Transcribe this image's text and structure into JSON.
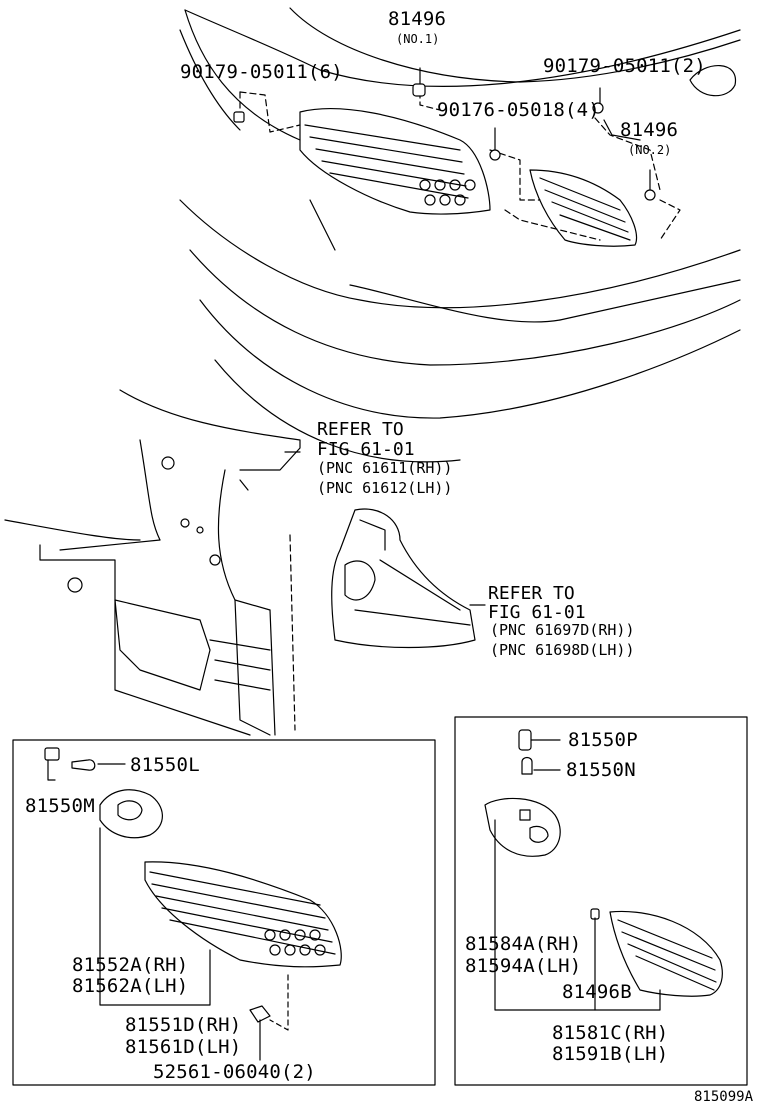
{
  "labels": {
    "p81496_top": "81496",
    "no1": "(NO.1)",
    "p90179_left": "90179-05011(6)",
    "p90179_right": "90179-05011(2)",
    "p90176": "90176-05018(4)",
    "p81496_right": "81496",
    "no2": "(NO.2)",
    "refer1_a": "REFER TO",
    "refer1_b": "FIG 61-01",
    "refer1_c": "(PNC 61611(RH))",
    "refer1_d": "(PNC 61612(LH))",
    "refer2_a": "REFER TO",
    "refer2_b": "FIG 61-01",
    "refer2_c": "(PNC 61697D(RH))",
    "refer2_d": "(PNC 61698D(LH))",
    "p81550L": "81550L",
    "p81550M": "81550M",
    "p81552A": "81552A(RH)",
    "p81562A": "81562A(LH)",
    "p81551D": "81551D(RH)",
    "p81561D": "81561D(LH)",
    "p52561": "52561-06040(2)",
    "p81550P": "81550P",
    "p81550N": "81550N",
    "p81584A": "81584A(RH)",
    "p81594A": "81594A(LH)",
    "p81496B": "81496B",
    "p81581C": "81581C(RH)",
    "p81591B": "81591B(LH)",
    "figure_code": "815099A"
  },
  "colors": {
    "ink": "#000000",
    "paper": "#ffffff"
  }
}
